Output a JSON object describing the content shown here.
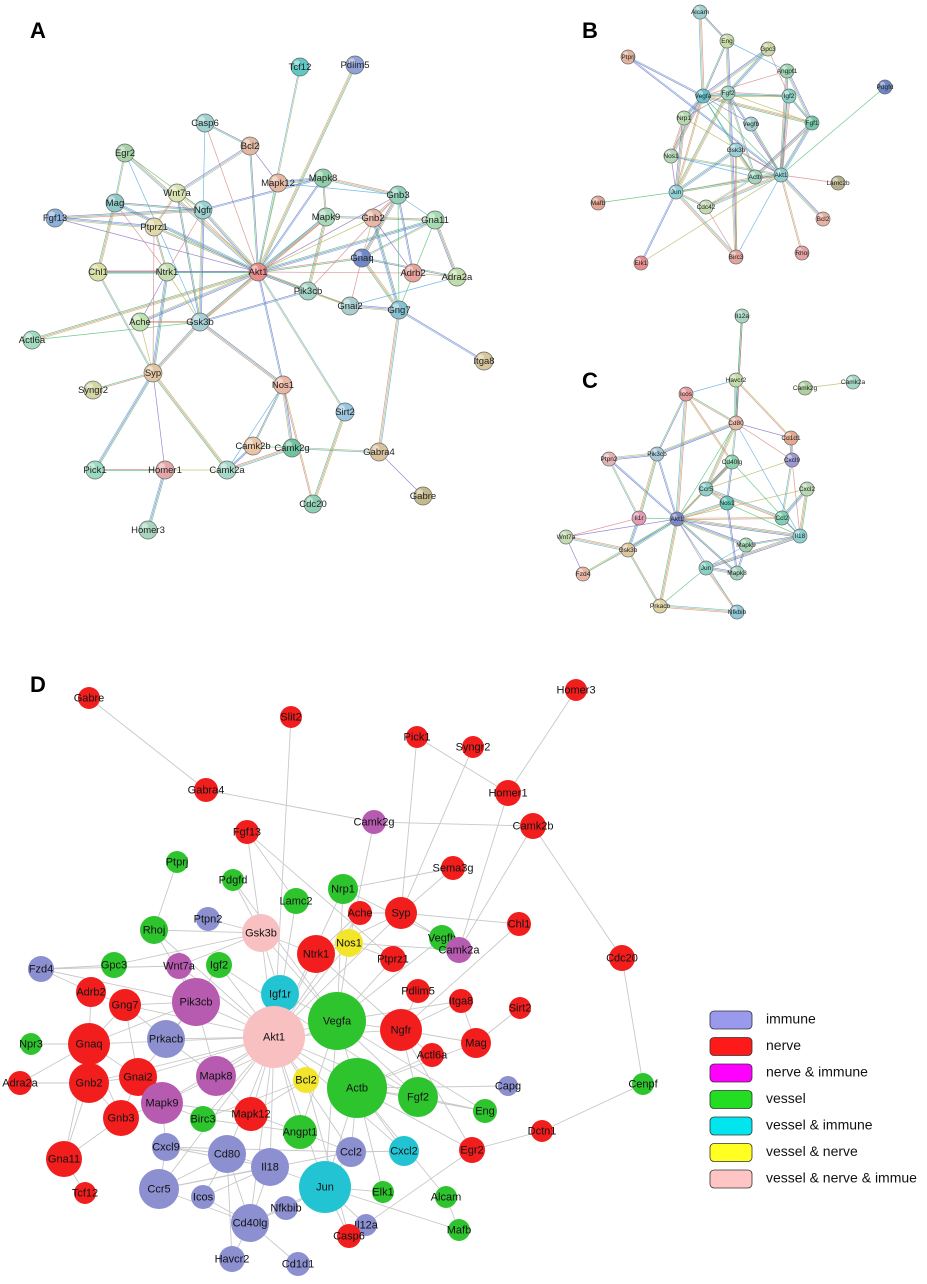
{
  "panels": {
    "A": {
      "label": "A",
      "nodes": [
        {
          "id": "Tcf12",
          "c": "#5ec9c4"
        },
        {
          "id": "Pdlim5",
          "c": "#8fa3d8"
        },
        {
          "id": "Casp6",
          "c": "#9ed2d2"
        },
        {
          "id": "Bcl2",
          "c": "#e1b9a3"
        },
        {
          "id": "Egr2",
          "c": "#a7d1a7"
        },
        {
          "id": "Mapk12",
          "c": "#e7b8a0"
        },
        {
          "id": "Mapk8",
          "c": "#8fcfa8"
        },
        {
          "id": "Wnt7a",
          "c": "#d8e4b0"
        },
        {
          "id": "Mag",
          "c": "#8ec9c9"
        },
        {
          "id": "Ngfr",
          "c": "#9ad1d1"
        },
        {
          "id": "Gnb3",
          "c": "#8fd0b8"
        },
        {
          "id": "Mapk9",
          "c": "#a8d9bb"
        },
        {
          "id": "Gnb2",
          "c": "#e9b6a7"
        },
        {
          "id": "Gna11",
          "c": "#a4dbb0"
        },
        {
          "id": "Fgf13",
          "c": "#8ab0db"
        },
        {
          "id": "Ptprz1",
          "c": "#dfd8a9"
        },
        {
          "id": "Gnaq",
          "c": "#6f88c8"
        },
        {
          "id": "Chl1",
          "c": "#dbe0a5"
        },
        {
          "id": "Ntrk1",
          "c": "#c4ddb0"
        },
        {
          "id": "Akt1",
          "c": "#e98b8b"
        },
        {
          "id": "Adrb2",
          "c": "#e8a39a"
        },
        {
          "id": "Adra2a",
          "c": "#c1deaa"
        },
        {
          "id": "Pik3cb",
          "c": "#a3d4c5"
        },
        {
          "id": "Gnai2",
          "c": "#a9cfcf"
        },
        {
          "id": "Gng7",
          "c": "#85c2d3"
        },
        {
          "id": "Ache",
          "c": "#bfe3b0"
        },
        {
          "id": "Gsk3b",
          "c": "#a6cfd6"
        },
        {
          "id": "Actl6a",
          "c": "#a2dcbf"
        },
        {
          "id": "Itga8",
          "c": "#d7c79a"
        },
        {
          "id": "Syp",
          "c": "#e3c7a3"
        },
        {
          "id": "Nos1",
          "c": "#e9b7a4"
        },
        {
          "id": "Syngr2",
          "c": "#d3d6a3"
        },
        {
          "id": "Sirt2",
          "c": "#9cc5de"
        },
        {
          "id": "Camk2b",
          "c": "#e9c5a5"
        },
        {
          "id": "Camk2g",
          "c": "#6fc49e"
        },
        {
          "id": "Gabra4",
          "c": "#d9c19c"
        },
        {
          "id": "Pick1",
          "c": "#9bdbc1"
        },
        {
          "id": "Homer1",
          "c": "#e5a7a7"
        },
        {
          "id": "Camk2a",
          "c": "#a4d8c9"
        },
        {
          "id": "Gabre",
          "c": "#c4b98a"
        },
        {
          "id": "Cdc20",
          "c": "#8ed0b3"
        },
        {
          "id": "Homer3",
          "c": "#a8d5be"
        }
      ]
    },
    "B": {
      "label": "B",
      "nodes": [
        {
          "id": "Alcam",
          "c": "#9bd1cf"
        },
        {
          "id": "Ptprj",
          "c": "#e2b39c"
        },
        {
          "id": "Eng",
          "c": "#c8dca8"
        },
        {
          "id": "Gpc3",
          "c": "#c9d8a6"
        },
        {
          "id": "Angpt1",
          "c": "#9ad6b1"
        },
        {
          "id": "Pdgfd",
          "c": "#6b86c3"
        },
        {
          "id": "Vegfa",
          "c": "#66c1c9"
        },
        {
          "id": "Fgf2",
          "c": "#9fd6c3"
        },
        {
          "id": "Igf2",
          "c": "#88d1c6"
        },
        {
          "id": "Nrp1",
          "c": "#b6d9ad"
        },
        {
          "id": "Vegfb",
          "c": "#a2cfcf"
        },
        {
          "id": "Fgf1",
          "c": "#74c8a8"
        },
        {
          "id": "Gsk3b",
          "c": "#9ad0d8"
        },
        {
          "id": "Nos1",
          "c": "#b3d6b5"
        },
        {
          "id": "Actb",
          "c": "#a0d6c0"
        },
        {
          "id": "Akt1",
          "c": "#8fcdcd"
        },
        {
          "id": "Lamc2b",
          "c": "#b6b08a"
        },
        {
          "id": "Jun",
          "c": "#8fcfd6"
        },
        {
          "id": "Cdc42",
          "c": "#c4dbb1"
        },
        {
          "id": "Mafb",
          "c": "#e2a490"
        },
        {
          "id": "Bcl2",
          "c": "#e9b0a4"
        },
        {
          "id": "Birc3",
          "c": "#e3a49b"
        },
        {
          "id": "Rhoj",
          "c": "#e5a0a0"
        },
        {
          "id": "Elk1",
          "c": "#e78c8c"
        }
      ]
    },
    "C": {
      "label": "C",
      "nodes": [
        {
          "id": "Il12a",
          "c": "#a8d6c3"
        },
        {
          "id": "Havcr2",
          "c": "#c3dba8"
        },
        {
          "id": "Camk2g",
          "c": "#aed1a0"
        },
        {
          "id": "Camk2a",
          "c": "#a2d6c5"
        },
        {
          "id": "Icos",
          "c": "#e49b9b"
        },
        {
          "id": "Cd80",
          "c": "#e6b9a8"
        },
        {
          "id": "Cd1d1",
          "c": "#e5a990"
        },
        {
          "id": "Ptpn2",
          "c": "#e6b4b4"
        },
        {
          "id": "Pik3cb",
          "c": "#a4c8d8"
        },
        {
          "id": "Cxcl9",
          "c": "#9b98d4"
        },
        {
          "id": "Cd40lg",
          "c": "#8bd2b0"
        },
        {
          "id": "Cxcl2",
          "c": "#b7d9b0"
        },
        {
          "id": "Ccr5",
          "c": "#8fd1c8"
        },
        {
          "id": "Il1r",
          "c": "#e39ab3"
        },
        {
          "id": "Akt1",
          "c": "#7b87c6"
        },
        {
          "id": "Nos1",
          "c": "#66c6b6"
        },
        {
          "id": "Ccl2",
          "c": "#80d0b3"
        },
        {
          "id": "Il18",
          "c": "#8ad0d0"
        },
        {
          "id": "Wnt7a",
          "c": "#c4dbb1"
        },
        {
          "id": "Gsk3b",
          "c": "#dec79e"
        },
        {
          "id": "Mapk9",
          "c": "#a3d4b5"
        },
        {
          "id": "Jun",
          "c": "#86d0c4"
        },
        {
          "id": "Mapk8",
          "c": "#a1d2ba"
        },
        {
          "id": "Fzd4",
          "c": "#e8b5a3"
        },
        {
          "id": "Prkacb",
          "c": "#e1d2a3"
        },
        {
          "id": "Nfkbib",
          "c": "#8fc8d8"
        }
      ]
    },
    "D": {
      "label": "D",
      "nodes": [
        {
          "id": "Gabre",
          "g": "nerve"
        },
        {
          "id": "Homer3",
          "g": "nerve"
        },
        {
          "id": "Slit2",
          "g": "nerve"
        },
        {
          "id": "Pick1",
          "g": "nerve"
        },
        {
          "id": "Syngr2",
          "g": "nerve"
        },
        {
          "id": "Homer1",
          "g": "nerve"
        },
        {
          "id": "Gabra4",
          "g": "nerve"
        },
        {
          "id": "Camk2g",
          "g": "nerve-immune"
        },
        {
          "id": "Camk2b",
          "g": "nerve"
        },
        {
          "id": "Fgf13",
          "g": "nerve"
        },
        {
          "id": "Sema3g",
          "g": "nerve"
        },
        {
          "id": "Ptprj",
          "g": "vessel"
        },
        {
          "id": "Pdgfd",
          "g": "vessel"
        },
        {
          "id": "Nrp1",
          "g": "vessel"
        },
        {
          "id": "Lamc2",
          "g": "vessel"
        },
        {
          "id": "Ache",
          "g": "nerve"
        },
        {
          "id": "Syp",
          "g": "nerve"
        },
        {
          "id": "Chl1",
          "g": "nerve"
        },
        {
          "id": "Ptpn2",
          "g": "immune"
        },
        {
          "id": "Gsk3b",
          "g": "all"
        },
        {
          "id": "Rhoj",
          "g": "vessel"
        },
        {
          "id": "Ntrk1",
          "g": "nerve"
        },
        {
          "id": "Nos1",
          "g": "vessel-nerve"
        },
        {
          "id": "Ptprz1",
          "g": "nerve"
        },
        {
          "id": "Vegfb",
          "g": "vessel"
        },
        {
          "id": "Camk2a",
          "g": "nerve-immune"
        },
        {
          "id": "Cdc20",
          "g": "nerve"
        },
        {
          "id": "Fzd4",
          "g": "immune"
        },
        {
          "id": "Gpc3",
          "g": "vessel"
        },
        {
          "id": "Wnt7a",
          "g": "nerve-immune"
        },
        {
          "id": "Igf2",
          "g": "vessel"
        },
        {
          "id": "Igf1r",
          "g": "vessel-immune"
        },
        {
          "id": "Pdlim5",
          "g": "nerve"
        },
        {
          "id": "Adrb2",
          "g": "nerve"
        },
        {
          "id": "Gng7",
          "g": "nerve"
        },
        {
          "id": "Pik3cb",
          "g": "nerve-immune"
        },
        {
          "id": "Itga8",
          "g": "nerve"
        },
        {
          "id": "Sirt2",
          "g": "nerve"
        },
        {
          "id": "Vegfa",
          "g": "vessel"
        },
        {
          "id": "Ngfr",
          "g": "nerve"
        },
        {
          "id": "Akt1",
          "g": "all"
        },
        {
          "id": "Prkacb",
          "g": "immune"
        },
        {
          "id": "Npr3",
          "g": "vessel"
        },
        {
          "id": "Gnaq",
          "g": "nerve"
        },
        {
          "id": "Mag",
          "g": "nerve"
        },
        {
          "id": "Actl6a",
          "g": "nerve"
        },
        {
          "id": "Mapk8",
          "g": "nerve-immune"
        },
        {
          "id": "Gnai2",
          "g": "nerve"
        },
        {
          "id": "Adra2a",
          "g": "nerve"
        },
        {
          "id": "Gnb2",
          "g": "nerve"
        },
        {
          "id": "Bcl2",
          "g": "vessel-nerve"
        },
        {
          "id": "Capg",
          "g": "immune"
        },
        {
          "id": "Actb",
          "g": "vessel"
        },
        {
          "id": "Fgf2",
          "g": "vessel"
        },
        {
          "id": "Cenpf",
          "g": "vessel"
        },
        {
          "id": "Mapk9",
          "g": "nerve-immune"
        },
        {
          "id": "Eng",
          "g": "vessel"
        },
        {
          "id": "Gnb3",
          "g": "nerve"
        },
        {
          "id": "Mapk12",
          "g": "nerve"
        },
        {
          "id": "Birc3",
          "g": "vessel"
        },
        {
          "id": "Angpt1",
          "g": "vessel"
        },
        {
          "id": "Dctn1",
          "g": "nerve"
        },
        {
          "id": "Egr2",
          "g": "nerve"
        },
        {
          "id": "Cxcl9",
          "g": "immune"
        },
        {
          "id": "Cd80",
          "g": "immune"
        },
        {
          "id": "Ccl2",
          "g": "immune"
        },
        {
          "id": "Cxcl2",
          "g": "vessel-immune"
        },
        {
          "id": "Il18",
          "g": "immune"
        },
        {
          "id": "Gna11",
          "g": "nerve"
        },
        {
          "id": "Ccr5",
          "g": "immune"
        },
        {
          "id": "Jun",
          "g": "vessel-immune"
        },
        {
          "id": "Elk1",
          "g": "vessel"
        },
        {
          "id": "Alcam",
          "g": "vessel"
        },
        {
          "id": "Icos",
          "g": "immune"
        },
        {
          "id": "Tcf12",
          "g": "nerve"
        },
        {
          "id": "Nfkbib",
          "g": "immune"
        },
        {
          "id": "Cd40lg",
          "g": "immune"
        },
        {
          "id": "Il12a",
          "g": "immune"
        },
        {
          "id": "Casp6",
          "g": "nerve"
        },
        {
          "id": "Mafb",
          "g": "vessel"
        },
        {
          "id": "Havcr2",
          "g": "immune"
        },
        {
          "id": "Cd1d1",
          "g": "immune"
        }
      ]
    }
  },
  "legend": {
    "items": [
      {
        "key": "immune",
        "label": "immune",
        "color": "#9999ee"
      },
      {
        "key": "nerve",
        "label": "nerve",
        "color": "#ff1a1a"
      },
      {
        "key": "nerve-immune",
        "label": "nerve & immune",
        "color": "#ff00ff"
      },
      {
        "key": "vessel",
        "label": "vessel",
        "color": "#22dd22"
      },
      {
        "key": "vessel-immune",
        "label": "vessel & immune",
        "color": "#00e5ee"
      },
      {
        "key": "vessel-nerve",
        "label": "vessel & nerve",
        "color": "#ffff22"
      },
      {
        "key": "all",
        "label": "vessel & nerve & immue",
        "color": "#ffc4c4"
      }
    ]
  },
  "colors": {
    "d_immune": "#8c8fd0",
    "d_nerve": "#f21d1d",
    "d_nerve_immune": "#b65bb0",
    "d_vessel": "#2ec42e",
    "d_vessel_immune": "#22c4d4",
    "d_vessel_nerve": "#f2e52a",
    "d_all": "#f8c0c0",
    "edge": "#c8c8c8"
  }
}
